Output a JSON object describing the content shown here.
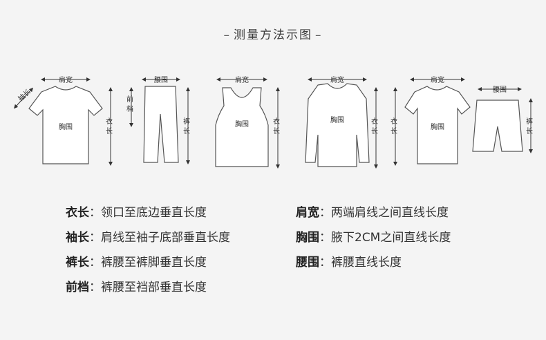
{
  "title": "测量方法示图",
  "labels": {
    "shoulder": "肩宽",
    "chest": "胸围",
    "waist": "腰围",
    "sleeve": "袖长",
    "length_v": [
      "衣",
      "长"
    ],
    "pants_v": [
      "裤",
      "长"
    ],
    "rise_v": [
      "前",
      "档"
    ],
    "sleeve_diag": "袖长"
  },
  "legend": [
    {
      "term": "衣长",
      "desc": "领口至底边垂直长度"
    },
    {
      "term": "袖长",
      "desc": "肩线至袖子底部垂直长度"
    },
    {
      "term": "裤长",
      "desc": "裤腰至裤脚垂直长度"
    },
    {
      "term": "前档",
      "desc": "裤腰至裆部垂直长度"
    },
    {
      "term": "肩宽",
      "desc": "两端肩线之间直线长度"
    },
    {
      "term": "胸围",
      "desc": "腋下2CM之间直线长度"
    },
    {
      "term": "腰围",
      "desc": "裤腰直线长度"
    }
  ],
  "colon": "："
}
